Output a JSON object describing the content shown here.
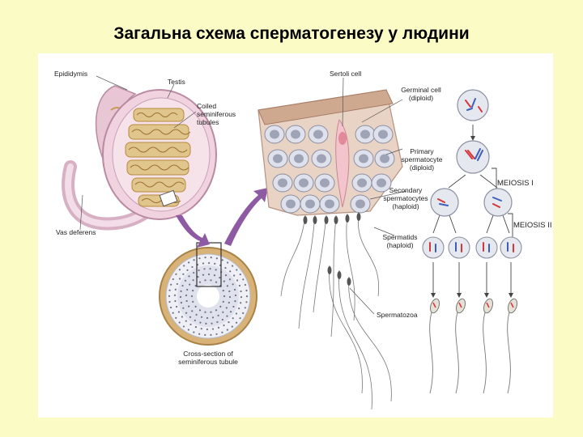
{
  "title": "Загальна схема сперматогенезу у людини",
  "labels": {
    "epididymis": "Epididymis",
    "testis": "Testis",
    "coiled_tubules_1": "Coiled",
    "coiled_tubules_2": "seminiferous",
    "coiled_tubules_3": "tubules",
    "vas_deferens": "Vas deferens",
    "cross_section_1": "Cross-section of",
    "cross_section_2": "seminiferous tubule",
    "sertoli_cell": "Sertoli cell",
    "germinal_cell_1": "Germinal cell",
    "germinal_cell_2": "(diploid)",
    "primary_1": "Primary",
    "primary_2": "spermatocyte",
    "primary_3": "(diploid)",
    "secondary_1": "Secondary",
    "secondary_2": "spermatocytes",
    "secondary_3": "(haploid)",
    "spermatids_1": "Spermatids",
    "spermatids_2": "(haploid)",
    "spermatozoa": "Spermatozoa",
    "meiosis_1": "MEIOSIS I",
    "meiosis_2": "MEIOSIS II"
  },
  "colors": {
    "background": "#fbfbc6",
    "panel": "#ffffff",
    "tissue_pink": "#e9c6d4",
    "tubule_tan": "#e0c58c",
    "arrow_purple": "#8e5aa3",
    "cell_grey": "#c9ccd6",
    "chromosome_red": "#d2383a",
    "chromosome_blue": "#3d5fb8"
  }
}
